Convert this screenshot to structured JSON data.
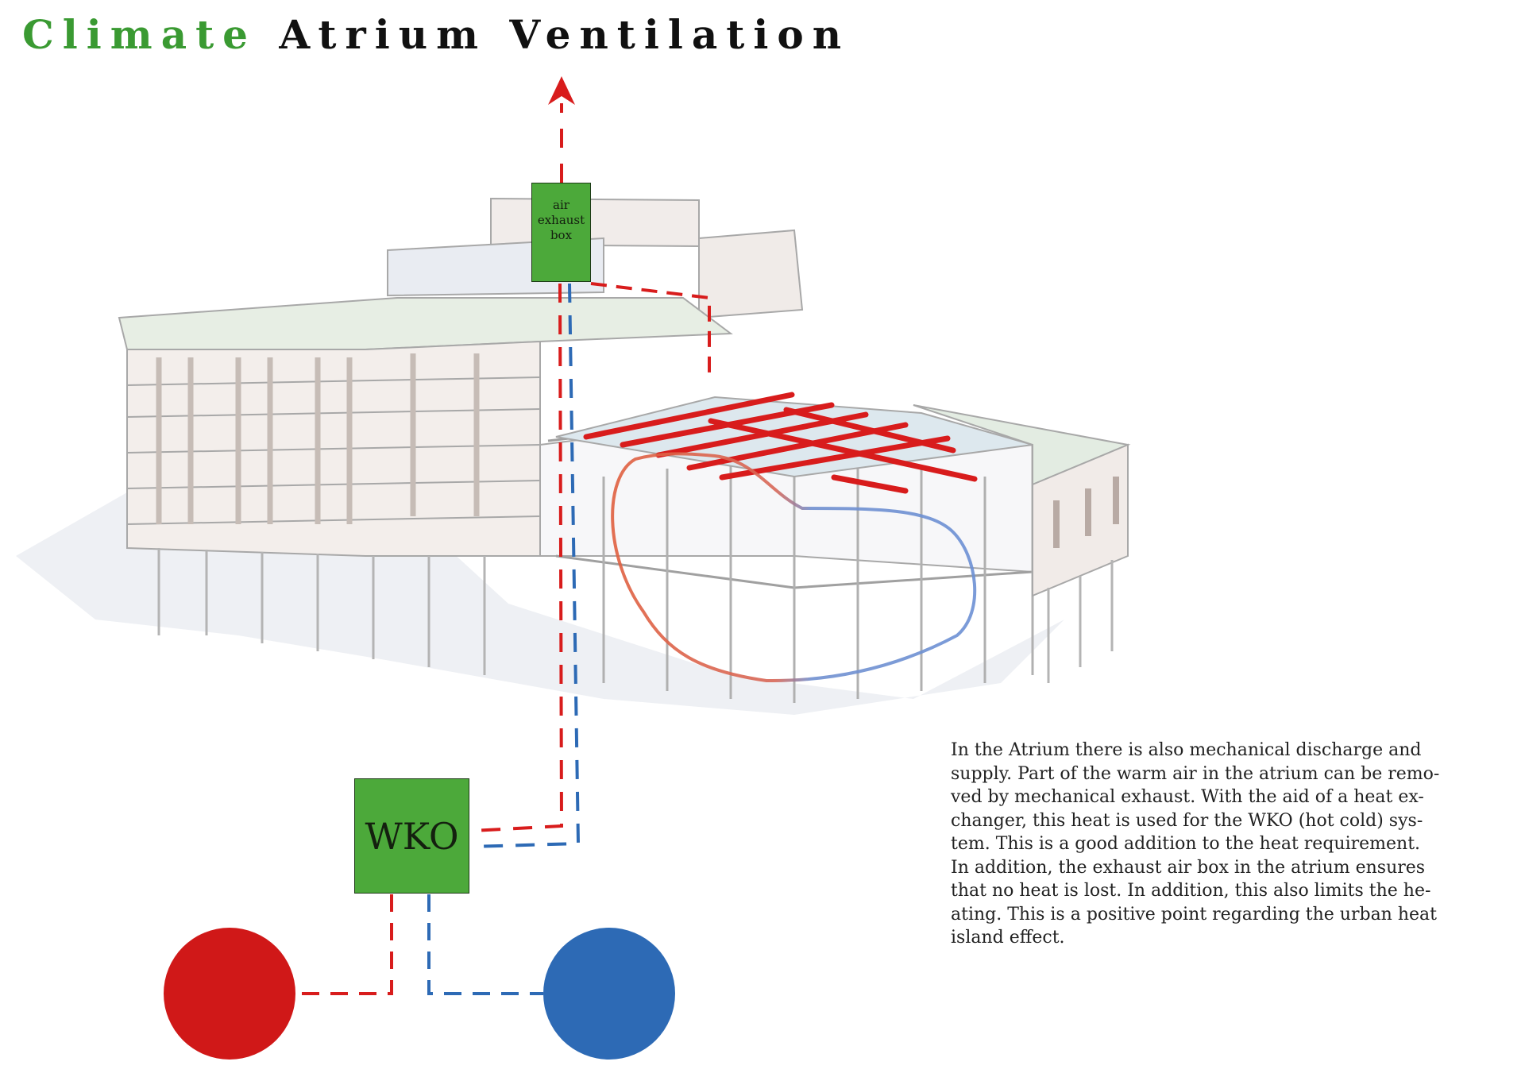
{
  "title": {
    "part1": "Climate",
    "part2": "Atrium Ventilation"
  },
  "boxes": {
    "exhaust": {
      "line1": "air",
      "line2": "exhaust",
      "line3": "box"
    },
    "wko": {
      "label": "WKO"
    }
  },
  "description": {
    "lines": [
      "In the Atrium there is also mechanical discharge and",
      "supply. Part of the warm air in the atrium can be remo-",
      "ved by mechanical exhaust. With the aid of a heat ex-",
      "changer, this heat is used for the WKO (hot cold) sys-",
      "tem. This is a good addition to the heat requirement.",
      "In addition, the exhaust air box in the atrium ensures",
      "that no heat is lost. In addition, this also limits the he-",
      "ating. This is a positive point regarding the urban heat",
      "island effect."
    ]
  },
  "colors": {
    "title_accent": "#3a9a32",
    "box_green": "#4ca93a",
    "hot_red": "#d01818",
    "cold_blue": "#2d6ab5"
  }
}
